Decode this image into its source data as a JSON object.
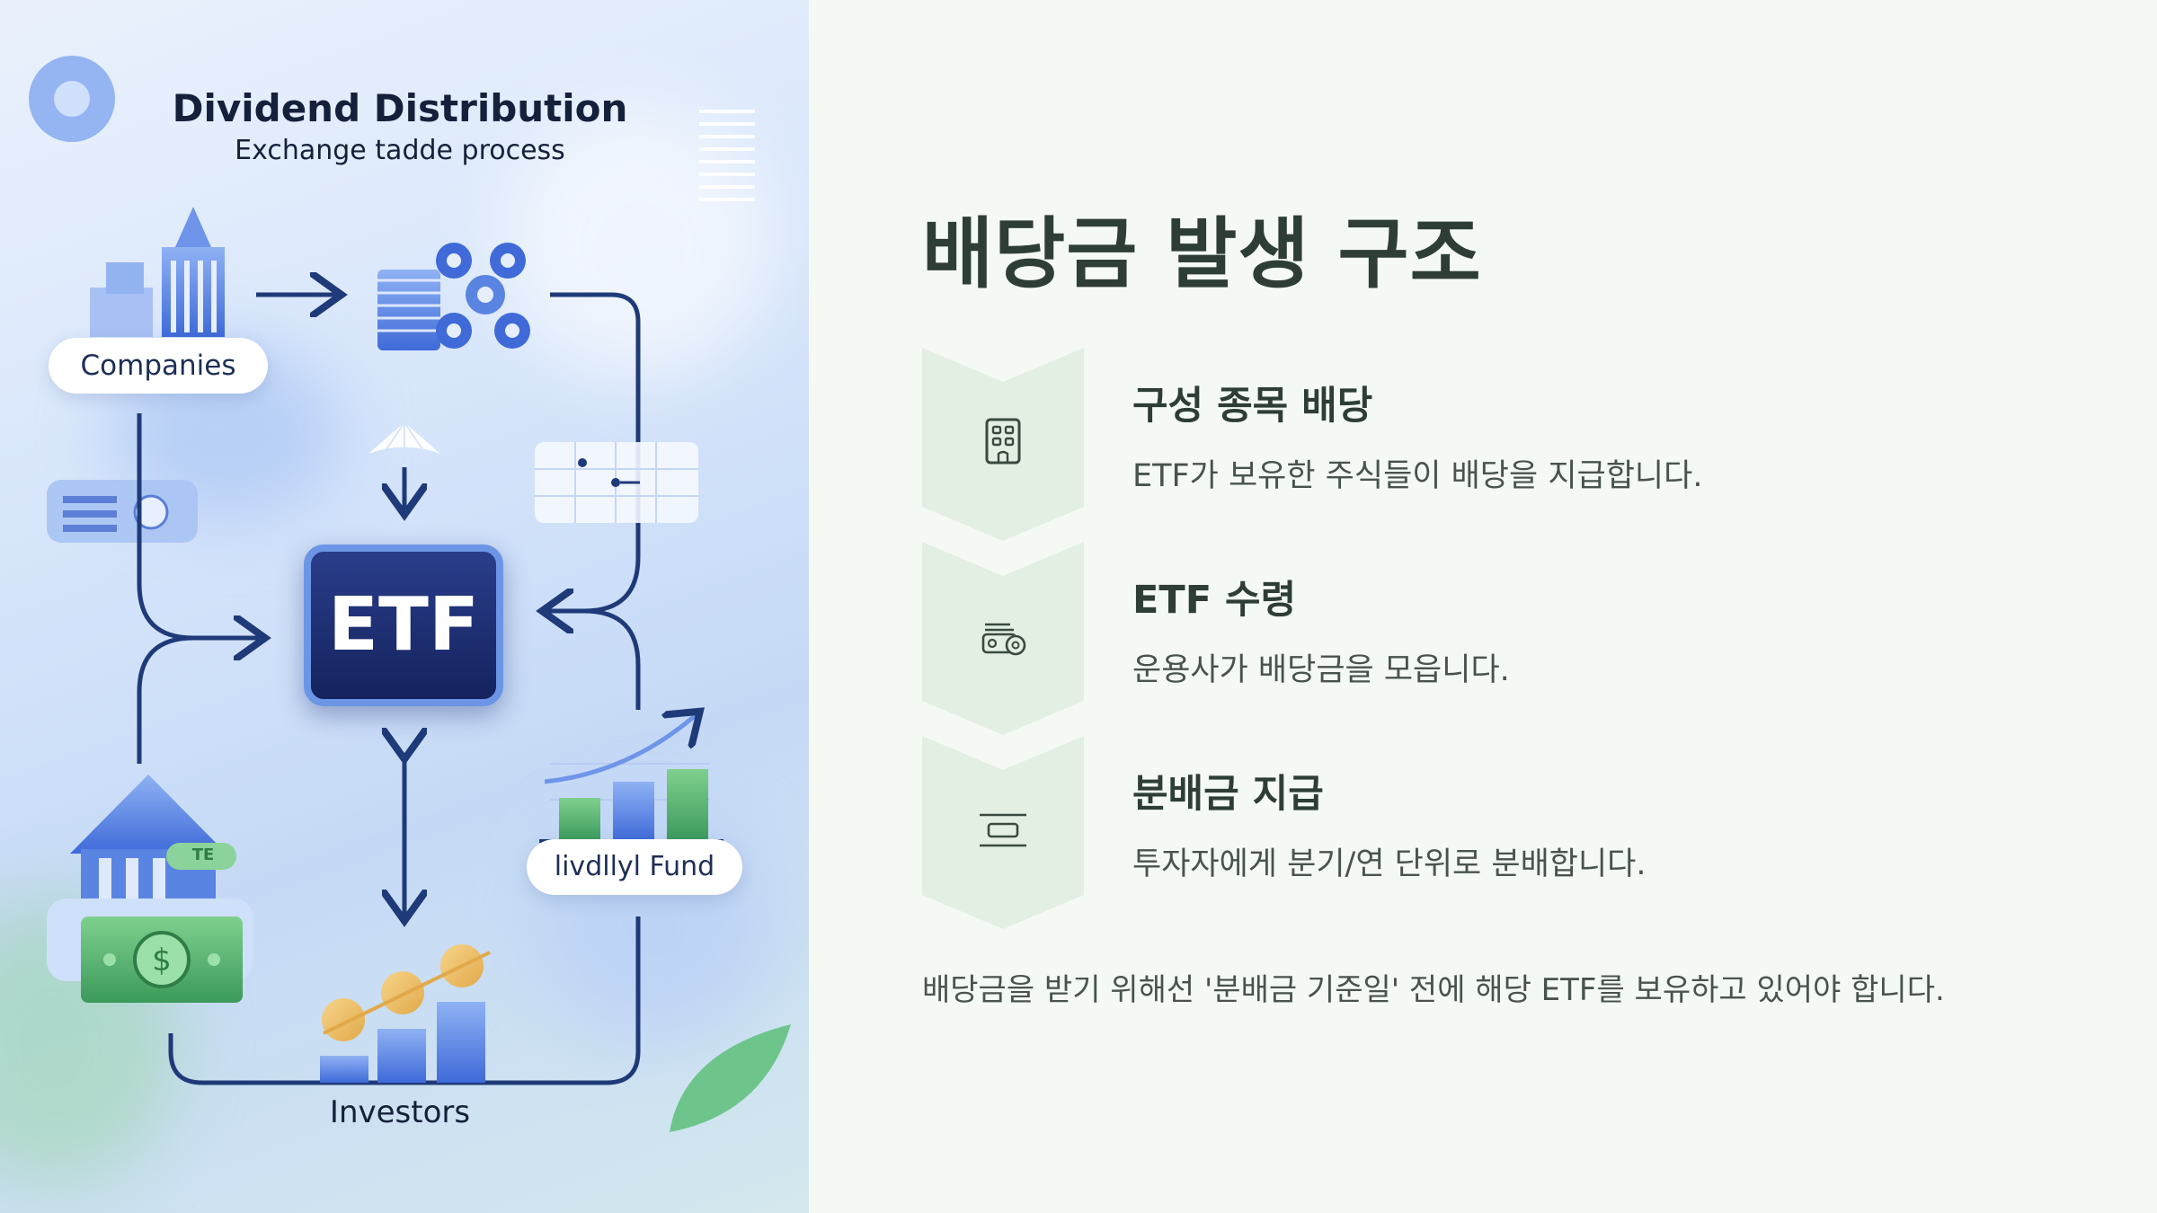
{
  "illustration": {
    "title": "Dividend Distribution",
    "subtitle": "Exchange tadde process",
    "companies_label": "Companies",
    "etf_label": "ETF",
    "fund_label": "livdllyl Fund",
    "investors_label": "Investors",
    "badge_label": "TE"
  },
  "main": {
    "title": "배당금 발생 구조",
    "steps": [
      {
        "icon": "building-icon",
        "title": "구성 종목 배당",
        "description": "ETF가 보유한 주식들이 배당을 지급합니다."
      },
      {
        "icon": "money-stack-icon",
        "title": "ETF 수령",
        "description": "운용사가 배당금을 모읍니다."
      },
      {
        "icon": "distribution-icon",
        "title": "분배금 지급",
        "description": "투자자에게 분기/연 단위로 분배합니다."
      }
    ],
    "note": "배당금을 받기 위해선 '분배금 기준일' 전에 해당 ETF를 보유하고 있어야 합니다."
  },
  "colors": {
    "background": "#f4faf3",
    "chevron": "#e3efe2",
    "heading": "#2f3e35",
    "body_text": "#48534c",
    "flow_line": "#1f3a78",
    "etf_box": "#1a2a6c"
  }
}
